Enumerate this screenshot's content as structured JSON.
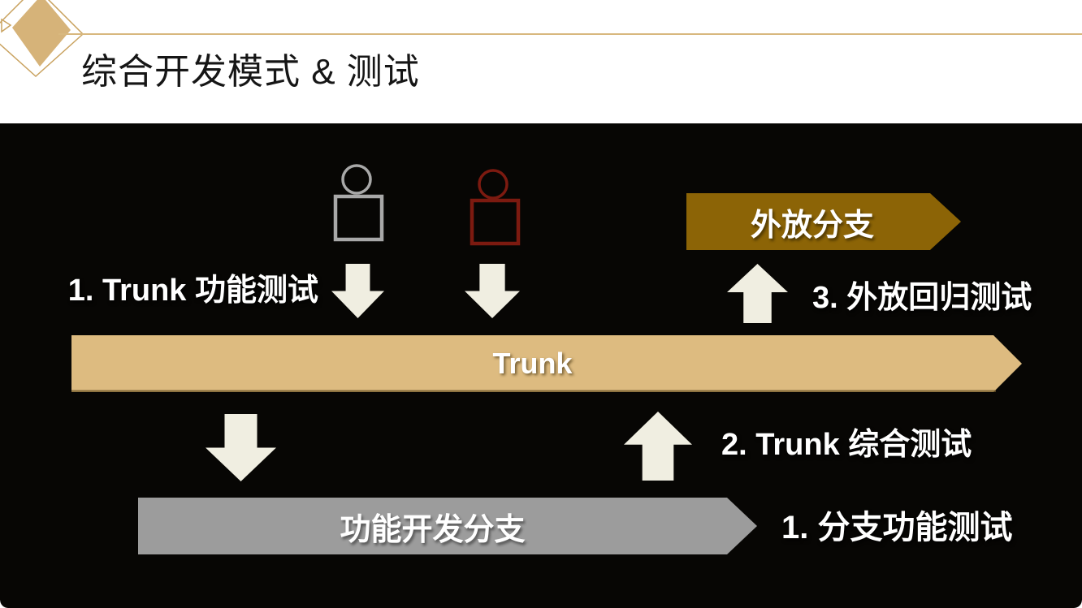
{
  "slide": {
    "title": "综合开发模式 & 测试"
  },
  "diagram": {
    "trunk_bar_label": "Trunk",
    "release_branch_label": "外放分支",
    "feature_branch_label": "功能开发分支",
    "steps": {
      "trunk_function_test": "1. Trunk 功能测试",
      "release_regression_test": "3. 外放回归测试",
      "trunk_integration_test": "2. Trunk 综合测试",
      "branch_function_test": "1. 分支功能测试"
    },
    "colors": {
      "accent_gold": "#d6b379",
      "panel_background": "#070604",
      "trunk_bar": "#ddbb80",
      "release_branch": "#8c6406",
      "feature_branch": "#9c9c9c",
      "arrow": "#f0eee1",
      "person_gray": "#a8a8a8",
      "person_red": "#7c1a10"
    }
  }
}
